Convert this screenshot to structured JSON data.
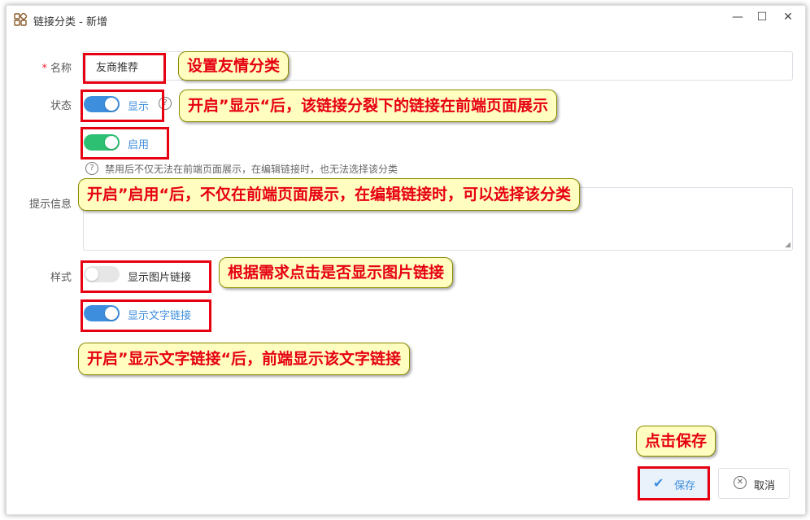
{
  "window": {
    "title": "链接分类 - 新增"
  },
  "form": {
    "name_label": "名称",
    "name_value": "友商推荐",
    "status_label": "状态",
    "show_switch_label": "显示",
    "enable_switch_label": "启用",
    "disable_hint": "禁用后不仅无法在前端页面展示，在编辑链接时，也无法选择该分类",
    "tips_label": "提示信息",
    "style_label": "样式",
    "image_link_label": "显示图片链接",
    "text_link_label": "显示文字链接"
  },
  "switches": {
    "show": true,
    "enable": true,
    "image_link": false,
    "text_link": true
  },
  "buttons": {
    "save": "保存",
    "cancel": "取消"
  },
  "callouts": {
    "c1": "设置友情分类",
    "c2": "开启”显示“后，该链接分裂下的链接在前端页面展示",
    "c3": "开启”启用“后，不仅在前端页面展示，在编辑链接时，可以选择该分类",
    "c4": "根据需求点击是否显示图片链接",
    "c5": "开启”显示文字链接“后，前端显示该文字链接",
    "c6": "点击保存"
  },
  "colors": {
    "accent": "#3e8ede",
    "green": "#2dbf72",
    "annotation_red": "#e60012",
    "callout_bg": "#fffec0"
  }
}
